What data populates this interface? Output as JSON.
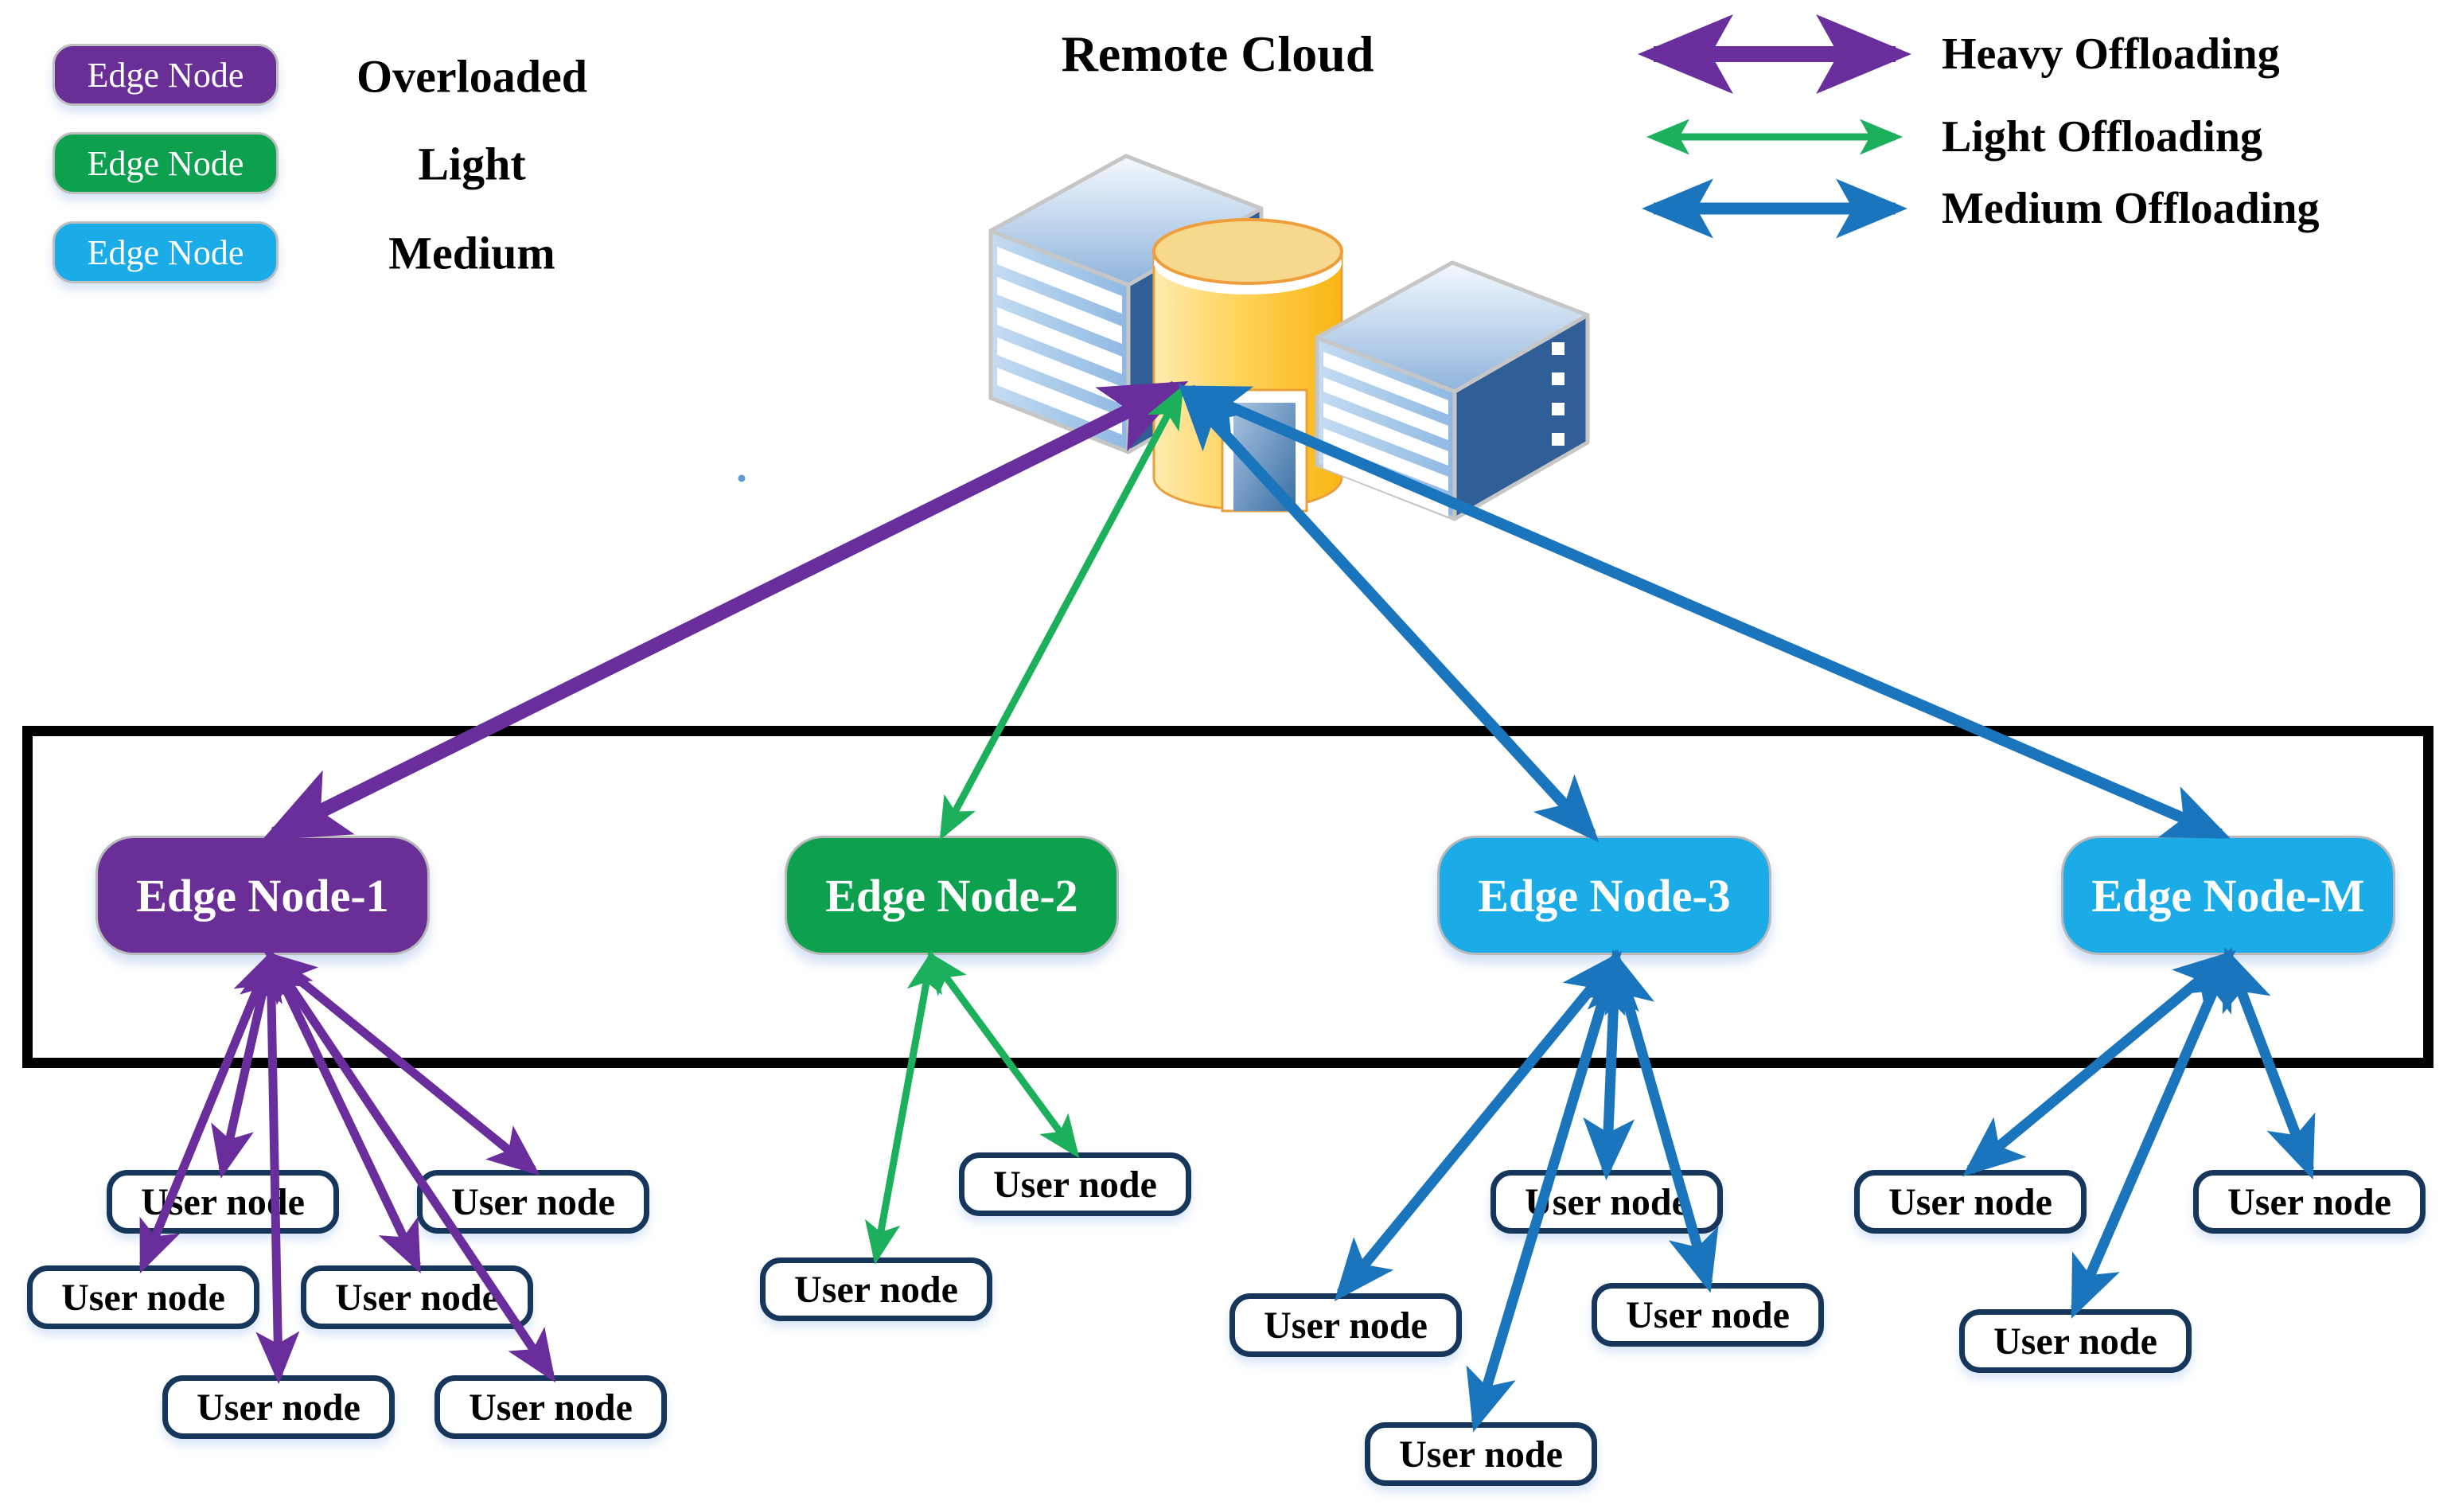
{
  "title": {
    "text": "Remote Cloud"
  },
  "node_legend": {
    "items": [
      {
        "label": "Edge Node",
        "status": "Overloaded",
        "color": "#6A2F97"
      },
      {
        "label": "Edge Node",
        "status": "Light",
        "color": "#0DA14F"
      },
      {
        "label": "Edge Node",
        "status": "Medium",
        "color": "#1BACE8"
      }
    ]
  },
  "arrow_legend": {
    "items": [
      {
        "label": "Heavy Offloading",
        "color": "#6A2E9C"
      },
      {
        "label": "Light Offloading",
        "color": "#1DB05C"
      },
      {
        "label": "Medium Offloading",
        "color": "#1B75BC"
      }
    ]
  },
  "edge_nodes": [
    {
      "label": "Edge Node-1",
      "load": "overloaded",
      "color": "#6A2F97"
    },
    {
      "label": "Edge Node-2",
      "load": "light",
      "color": "#0DA14F"
    },
    {
      "label": "Edge Node-3",
      "load": "medium",
      "color": "#1BACE8"
    },
    {
      "label": "Edge Node-M",
      "load": "medium",
      "color": "#1BACE8"
    }
  ],
  "user_nodes": [
    {
      "label": "User node",
      "edge": "Edge Node-1"
    },
    {
      "label": "User node",
      "edge": "Edge Node-1"
    },
    {
      "label": "User node",
      "edge": "Edge Node-1"
    },
    {
      "label": "User node",
      "edge": "Edge Node-1"
    },
    {
      "label": "User node",
      "edge": "Edge Node-1"
    },
    {
      "label": "User node",
      "edge": "Edge Node-1"
    },
    {
      "label": "User node",
      "edge": "Edge Node-2"
    },
    {
      "label": "User node",
      "edge": "Edge Node-2"
    },
    {
      "label": "User node",
      "edge": "Edge Node-3"
    },
    {
      "label": "User node",
      "edge": "Edge Node-3"
    },
    {
      "label": "User node",
      "edge": "Edge Node-3"
    },
    {
      "label": "User node",
      "edge": "Edge Node-3"
    },
    {
      "label": "User node",
      "edge": "Edge Node-M"
    },
    {
      "label": "User node",
      "edge": "Edge Node-M"
    },
    {
      "label": "User node",
      "edge": "Edge Node-M"
    }
  ],
  "colors": {
    "user_node_border": "#16365C",
    "frame": "#000000",
    "arrow_heavy": "#6A2E9C",
    "arrow_light": "#1DB05C",
    "arrow_medium": "#1B75BC",
    "stray_dot": "#5B9BD5"
  }
}
